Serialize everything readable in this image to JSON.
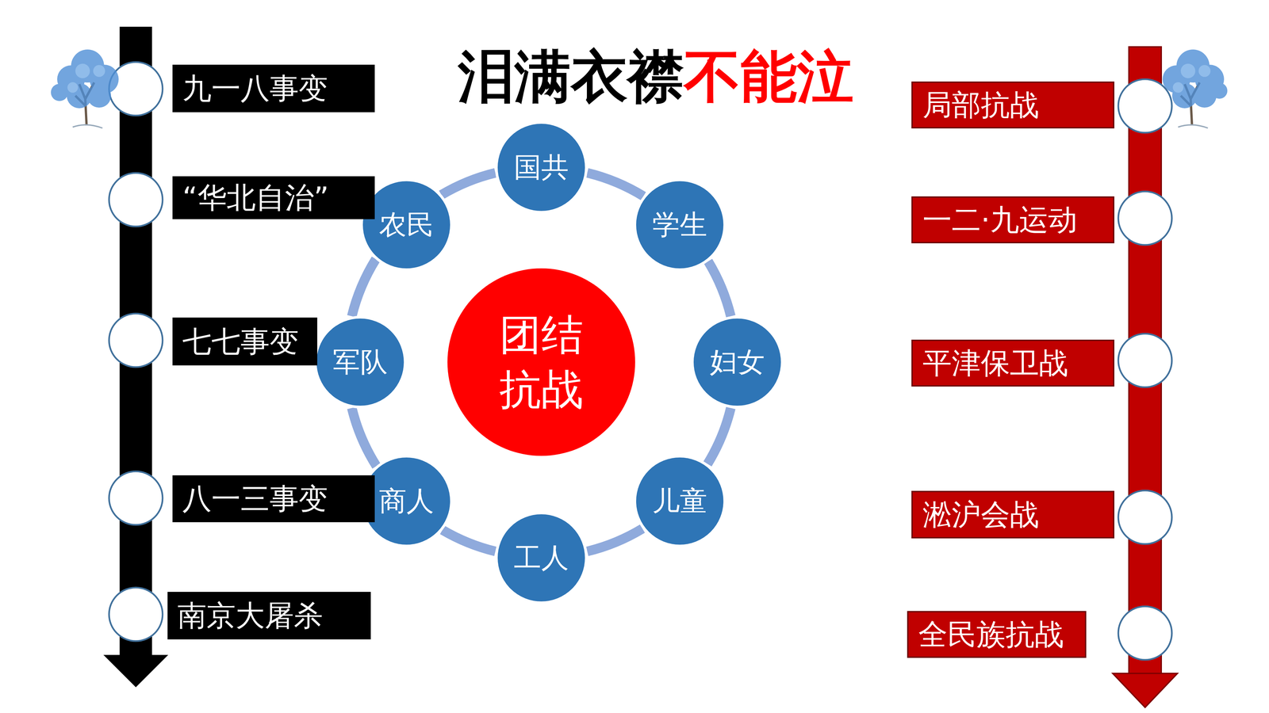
{
  "diagram": {
    "title": "泪满衣襟",
    "nodes": [
      {
        "text": [
          "九一八事变"
        ]
      },
      {
        "text": [
          "“华北自治”"
        ]
      },
      {
        "text": [
          "七七事变"
        ]
      },
      {
        "text": [
          "八一三事变"
        ]
      },
      {
        "text": [
          "南京大屠杀"
        ]
      },
      {
        "text": [
          "团结抗战"
        ]
      },
      {
        "text": [
          "国共"
        ]
      },
      {
        "text": [
          "学生"
        ]
      },
      {
        "text": [
          "妇女"
        ]
      },
      {
        "text": [
          "儿童"
        ]
      },
      {
        "text": [
          "工人"
        ]
      },
      {
        "text": [
          "商人"
        ]
      },
      {
        "text": [
          "军队"
        ]
      },
      {
        "text": [
          "农民"
        ]
      },
      {
        "text": [
          "局部抗战"
        ]
      },
      {
        "text": [
          "一二·九运动"
        ]
      },
      {
        "text": [
          "平津保卫战"
        ]
      },
      {
        "text": [
          "淞沪会战"
        ]
      },
      {
        "text": [
          "全民族抗战"
        ]
      }
    ],
    "edges": [
      {
        "from": 6,
        "to": 7,
        "arrow": "none"
      },
      {
        "from": 7,
        "to": 8,
        "arrow": "none"
      },
      {
        "from": 8,
        "to": 9,
        "arrow": "none"
      },
      {
        "from": 9,
        "to": 10,
        "arrow": "none"
      },
      {
        "from": 10,
        "to": 11,
        "arrow": "none"
      },
      {
        "from": 11,
        "to": 12,
        "arrow": "none"
      },
      {
        "from": 12,
        "to": 13,
        "arrow": "none"
      },
      {
        "from": 13,
        "to": 6,
        "arrow": "none"
      }
    ],
    "labels": [
      "不能泣"
    ]
  }
}
